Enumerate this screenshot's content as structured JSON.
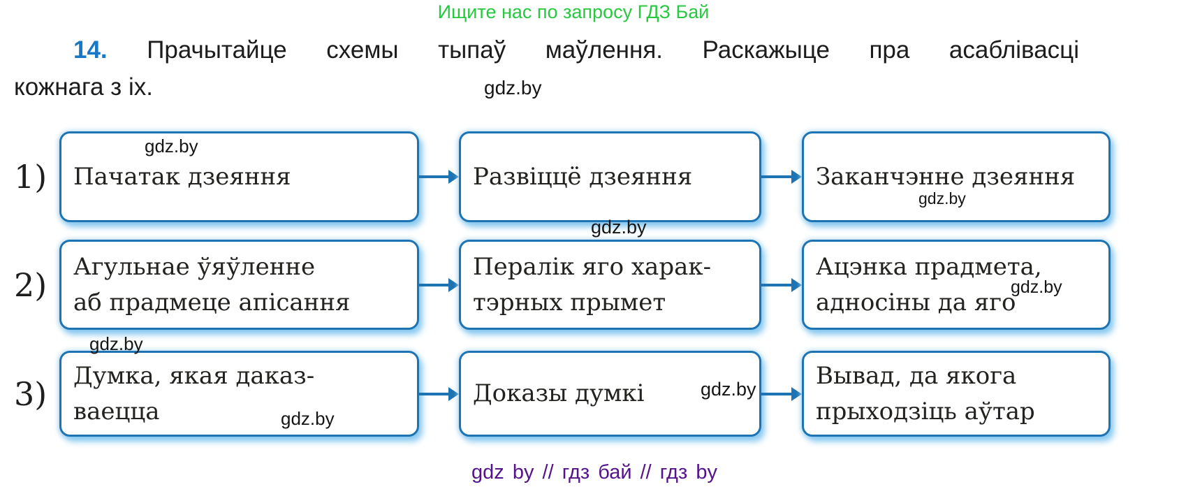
{
  "banner": {
    "text": "Ищите нас по запросу ГДЗ Бай"
  },
  "exercise": {
    "number": "14.",
    "text_line1": "Прачытайце схемы тыпаў маўлення. Раскажыце пра асаблівасці",
    "text_line2": "кожнага з іх."
  },
  "watermark": "gdz.by",
  "diagram": {
    "rows": [
      {
        "label": "1)",
        "boxes": [
          {
            "lines": [
              "Пачатак дзеяння"
            ]
          },
          {
            "lines": [
              "Развіццё дзеяння"
            ]
          },
          {
            "lines": [
              "Заканчэнне дзеяння"
            ]
          }
        ]
      },
      {
        "label": "2)",
        "boxes": [
          {
            "lines": [
              "Агульнае ўяўленне",
              "аб прадмеце апісання"
            ]
          },
          {
            "lines": [
              "Пералік яго харак-",
              "тэрных прымет"
            ]
          },
          {
            "lines": [
              "Ацэнка прадмета,",
              "адносіны да яго"
            ]
          }
        ]
      },
      {
        "label": "3)",
        "boxes": [
          {
            "lines": [
              "Думка, якая даказ-",
              "ваецца"
            ]
          },
          {
            "lines": [
              "Доказы думкі"
            ]
          },
          {
            "lines": [
              "Вывад, да якога",
              "прыходзіць аўтар"
            ]
          }
        ]
      }
    ]
  },
  "footer": {
    "text": "gdz by // гдз бай // гдз by"
  },
  "colors": {
    "accent_blue": "#1878c8",
    "box_border": "#1e74b2",
    "arrow": "#1e74b2",
    "banner_green": "#28c840",
    "footer_purple": "#54138b"
  }
}
